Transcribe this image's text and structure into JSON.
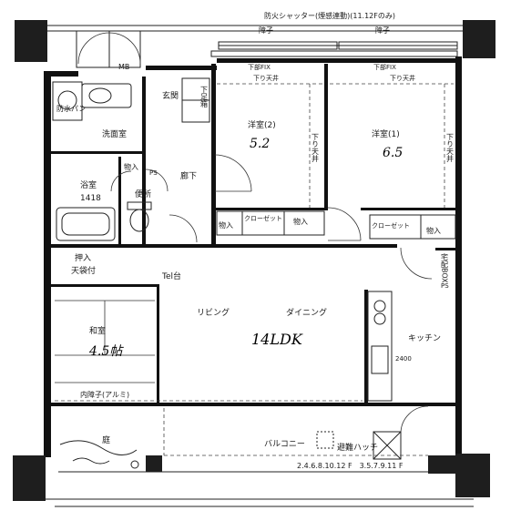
{
  "title": "防火シャッター(煙感連動)(11.12Fのみ)",
  "shoji_top_left": "障子",
  "shoji_top_right": "障子",
  "mb": "MB",
  "lower_fix_left": "下部FIX",
  "lower_fix_right": "下部FIX",
  "lowered_ceiling_1": "下り天井",
  "lowered_ceiling_2": "下り天井",
  "lowered_ceiling_3": "下り天井",
  "lowered_ceiling_4": "下り天井",
  "fire_pan": "防水パン",
  "washroom": "洗面室",
  "entrance": "玄関",
  "shoe_box": "下足箱",
  "western_room_2": {
    "name": "洋室(2)",
    "size": "5.2"
  },
  "western_room_1": {
    "name": "洋室(1)",
    "size": "6.5"
  },
  "bathroom": {
    "name": "浴室",
    "size": "1418"
  },
  "storage_bath": "物入",
  "ps_upper": "PS",
  "hallway": "廊下",
  "toilet": "便所",
  "storage_a": "物入",
  "closet_a": "クローゼット",
  "storage_b": "物入",
  "closet_b": "クローゼット",
  "storage_c": "物入",
  "oshiire": "押入",
  "tenbukuro": "天袋付",
  "tel": "Tel台",
  "delivery_box": "宅配BOX",
  "ps_lower": "PS",
  "living": "リビング",
  "dining": "ダイニング",
  "ldk": "14LDK",
  "japanese_room": {
    "name": "和室",
    "size": "4.5帖"
  },
  "kitchen": "キッチン",
  "kitchen_dim": "2400",
  "inner_shoji": "内障子(アルミ)",
  "garden": "庭",
  "balcony": "バルコニー",
  "escape_hatch": "避難ハッチ",
  "floors_note": "2.4.6.8.10.12 F　3.5.7.9.11 F"
}
